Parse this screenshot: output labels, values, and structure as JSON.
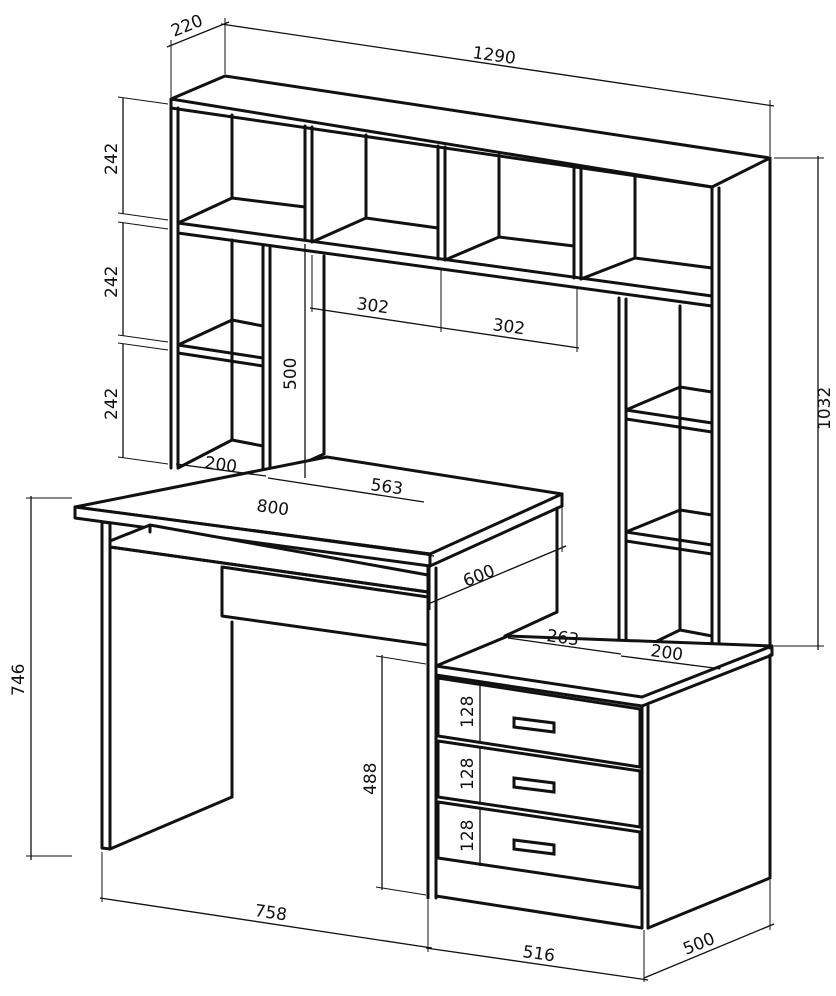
{
  "diagram": {
    "dimensions": {
      "hutch_depth": "220",
      "total_width": "1290",
      "shelf_height_1": "242",
      "shelf_height_2": "242",
      "shelf_height_3": "242",
      "niche_height": "500",
      "niche_width_1": "302",
      "niche_width_2": "302",
      "left_shelf_width": "200",
      "desk_opening_width": "563",
      "desk_top_width": "800",
      "desk_depth": "600",
      "right_opening_width": "263",
      "right_shelf_width": "200",
      "total_height": "1032",
      "desk_height": "746",
      "pedestal_height": "488",
      "drawer_1_height": "128",
      "drawer_2_height": "128",
      "drawer_3_height": "128",
      "leg_span": "758",
      "pedestal_width": "516",
      "pedestal_depth": "500"
    }
  }
}
